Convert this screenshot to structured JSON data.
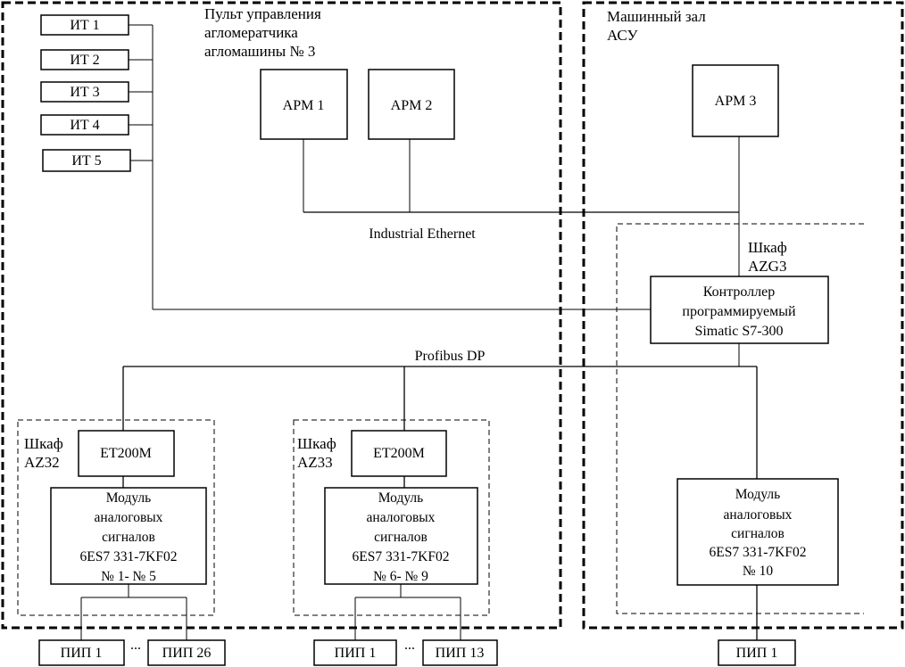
{
  "zones": {
    "control_room": [
      "Пульт управления",
      "агломератчика",
      "агломашины № 3"
    ],
    "machine_room": [
      "Машинный зал",
      "АСУ"
    ]
  },
  "sensors": [
    "ИТ 1",
    "ИТ 2",
    "ИТ 3",
    "ИТ 4",
    "ИТ 5"
  ],
  "workstations": {
    "arm1": "АРМ 1",
    "arm2": "АРМ 2",
    "arm3": "АРМ 3"
  },
  "networks": {
    "ethernet": "Industrial Ethernet",
    "profibus": "Profibus DP"
  },
  "cabinet_azg3": [
    "Шкаф",
    "AZG3"
  ],
  "controller": [
    "Контроллер",
    "программируемый",
    "Simatic S7-300"
  ],
  "cabinet_az32": {
    "title": [
      "Шкаф",
      "AZ32"
    ],
    "et200m": "ET200M",
    "module": [
      "Модуль",
      "аналоговых",
      "сигналов",
      "6ES7 331-7KF02",
      "№ 1- № 5"
    ],
    "pip_first": "ПИП 1",
    "pip_last": "ПИП 26",
    "ellipsis": "..."
  },
  "cabinet_az33": {
    "title": [
      "Шкаф",
      "AZ33"
    ],
    "et200m": "ET200M",
    "module": [
      "Модуль",
      "аналоговых",
      "сигналов",
      "6ES7 331-7KF02",
      "№ 6- № 9"
    ],
    "pip_first": "ПИП 1",
    "pip_last": "ПИП 13",
    "ellipsis": "..."
  },
  "module10": [
    "Модуль",
    "аналоговых",
    "сигналов",
    "6ES7 331-7KF02",
    "№ 10"
  ],
  "pip_single": "ПИП 1"
}
